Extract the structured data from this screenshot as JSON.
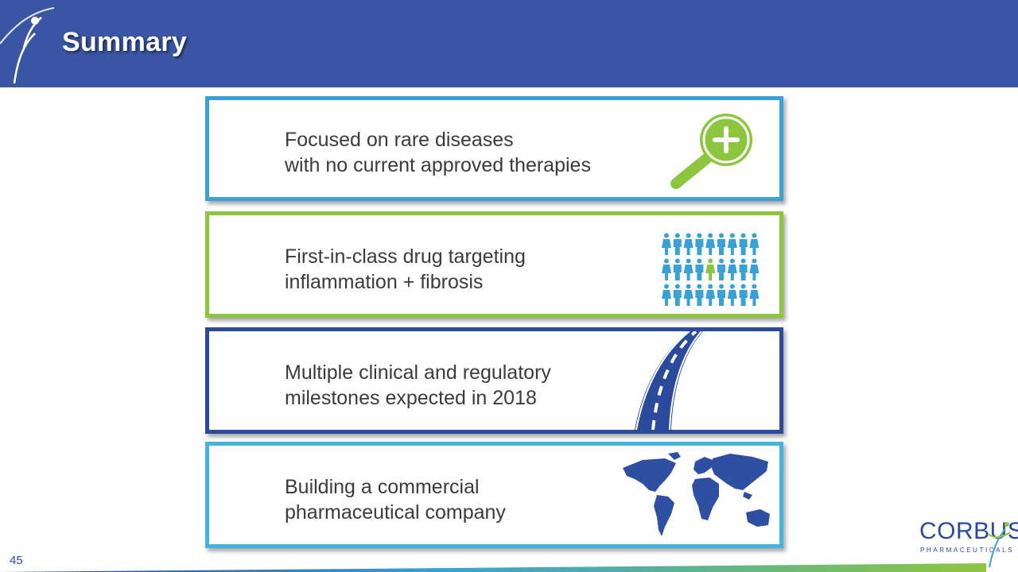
{
  "header": {
    "title": "Summary",
    "background_color": "#3a55a4"
  },
  "cards": [
    {
      "lines": [
        "Focused on rare diseases",
        "with no current approved therapies"
      ],
      "icon": "magnifier-plus-icon",
      "border_color": "#3aa1d6"
    },
    {
      "lines": [
        "First-in-class drug targeting",
        "inflammation + fibrosis"
      ],
      "icon": "people-grid-icon",
      "border_color": "#8cc63f"
    },
    {
      "lines": [
        "Multiple clinical and regulatory",
        "milestones expected in 2018"
      ],
      "icon": "road-icon",
      "border_color": "#2b4a9b"
    },
    {
      "lines": [
        "Building a commercial",
        "pharmaceutical company"
      ],
      "icon": "world-map-icon",
      "border_color": "#46b2e0"
    }
  ],
  "footer": {
    "page_number": "45",
    "logo_word": "CORBUS",
    "logo_subtitle": "PHARMACEUTICALS"
  }
}
